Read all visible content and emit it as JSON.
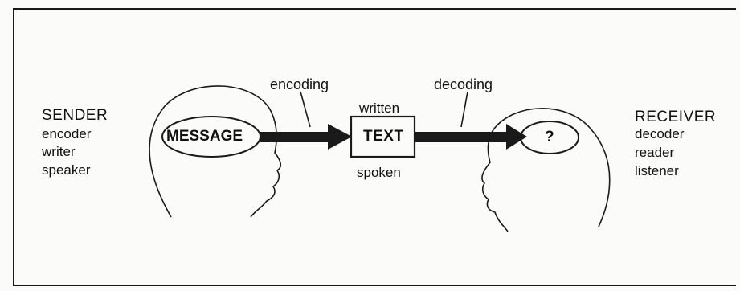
{
  "sender": {
    "title": "SENDER",
    "roles": [
      "encoder",
      "writer",
      "speaker"
    ]
  },
  "receiver": {
    "title": "RECEIVER",
    "roles": [
      "decoder",
      "reader",
      "listener"
    ]
  },
  "message_label": "MESSAGE",
  "text_box_label": "TEXT",
  "encoding_label": "encoding",
  "decoding_label": "decoding",
  "written_label": "written",
  "spoken_label": "spoken",
  "unknown_label": "?",
  "colors": {
    "ink": "#111111",
    "paper": "#fbfbfa"
  }
}
